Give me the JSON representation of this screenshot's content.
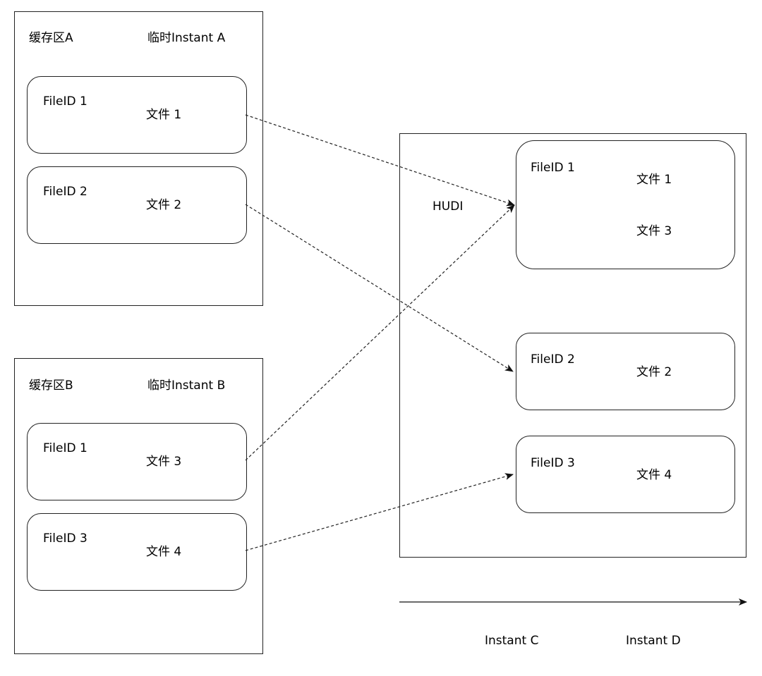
{
  "bufferA": {
    "title": "缓存区A",
    "instant": "临时Instant A",
    "cards": [
      {
        "fileid": "FileID 1",
        "file": "文件 1"
      },
      {
        "fileid": "FileID 2",
        "file": "文件 2"
      }
    ]
  },
  "bufferB": {
    "title": "缓存区B",
    "instant": "临时Instant B",
    "cards": [
      {
        "fileid": "FileID 1",
        "file": "文件 3"
      },
      {
        "fileid": "FileID 3",
        "file": "文件 4"
      }
    ]
  },
  "hudi": {
    "title": "HUDI",
    "cards": [
      {
        "fileid": "FileID 1",
        "files": [
          "文件 1",
          "文件 3"
        ]
      },
      {
        "fileid": "FileID 2",
        "files": [
          "文件 2"
        ]
      },
      {
        "fileid": "FileID 3",
        "files": [
          "文件 4"
        ]
      }
    ]
  },
  "timeline": {
    "labels": [
      "Instant C",
      "Instant D"
    ]
  },
  "edges": [
    {
      "from": "bufferA.cards.0",
      "to": "hudi.cards.0"
    },
    {
      "from": "bufferA.cards.1",
      "to": "hudi.cards.1"
    },
    {
      "from": "bufferB.cards.0",
      "to": "hudi.cards.0"
    },
    {
      "from": "bufferB.cards.1",
      "to": "hudi.cards.2"
    }
  ]
}
